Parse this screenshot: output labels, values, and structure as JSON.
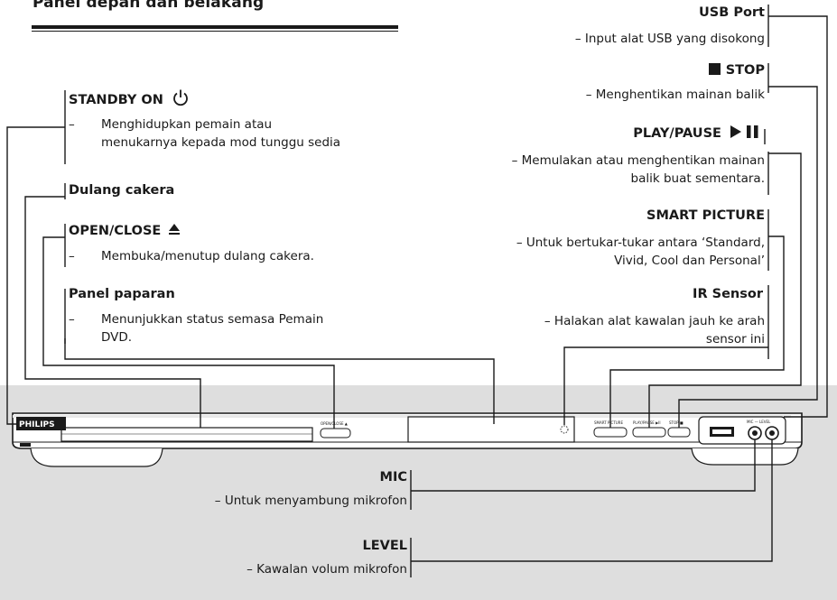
{
  "title": "Panel depan dan belakang",
  "left": {
    "standby": {
      "label": "STANDBY ON",
      "icon": "power-icon",
      "dash": "–",
      "desc_line1": "Menghidupkan pemain atau",
      "desc_line2": "menukarnya kepada mod tunggu sedia"
    },
    "tray": {
      "label": "Dulang cakera"
    },
    "openclose": {
      "label": "OPEN/CLOSE",
      "icon": "eject-icon",
      "dash": "–",
      "desc": "Membuka/menutup dulang cakera."
    },
    "display": {
      "label": "Panel paparan",
      "dash": "–",
      "desc_line1": "Menunjukkan status semasa Pemain",
      "desc_line2": "DVD."
    }
  },
  "right": {
    "usb": {
      "label": "USB Port",
      "desc": "– Input alat USB yang disokong"
    },
    "stop": {
      "label": "STOP",
      "icon": "stop-icon",
      "desc": "– Menghentikan mainan balik"
    },
    "playpause": {
      "label": "PLAY/PAUSE",
      "icon": "play-pause-icon",
      "desc_line1": "– Memulakan atau menghentikan mainan",
      "desc_line2": "balik buat sementara."
    },
    "smartpicture": {
      "label": "SMART PICTURE",
      "desc_line1": "– Untuk bertukar-tukar antara ‘Standard,",
      "desc_line2": "Vivid, Cool dan Personal’"
    },
    "ir": {
      "label": "IR Sensor",
      "desc_line1": "– Halakan alat kawalan jauh ke arah",
      "desc_line2": "sensor ini"
    }
  },
  "bottom": {
    "mic": {
      "label": "MIC",
      "desc": "– Untuk menyambung mikrofon"
    },
    "level": {
      "label": "LEVEL",
      "desc": "– Kawalan volum mikrofon"
    }
  },
  "device": {
    "brand": "PHILIPS",
    "openclose_tag": "OPEN/CLOSE ▲",
    "smartpicture_tag": "SMART PICTURE",
    "playpause_tag": "PLAY/PAUSE ▶II",
    "stop_tag": "STOP ■",
    "mic_level_tag": "MIC — LEVEL"
  }
}
